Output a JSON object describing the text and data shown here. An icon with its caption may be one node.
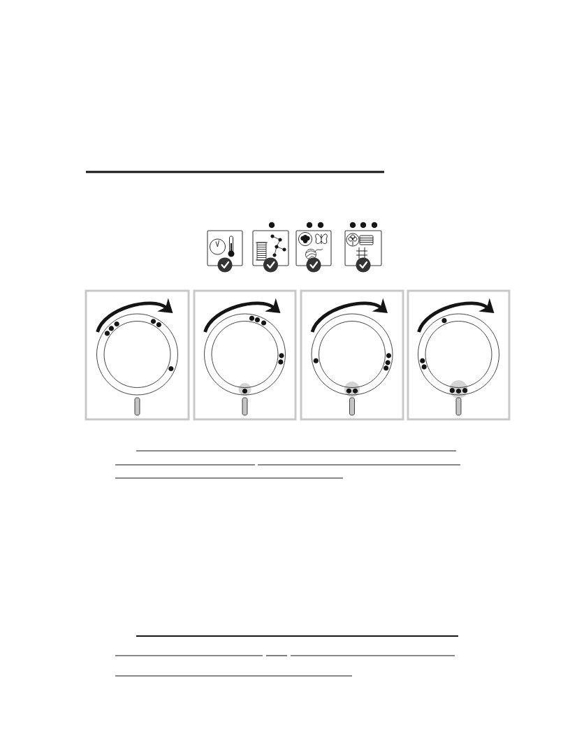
{
  "diagram": {
    "nodes": [
      {
        "text": [],
        "shape": "picture"
      },
      {
        "text": [],
        "shape": "picture"
      },
      {
        "text": [],
        "shape": "picture"
      },
      {
        "text": [],
        "shape": "picture"
      },
      {
        "text": [],
        "shape": "picture"
      },
      {
        "text": [],
        "shape": "picture"
      },
      {
        "text": [],
        "shape": "picture"
      },
      {
        "text": [],
        "shape": "picture"
      }
    ]
  }
}
